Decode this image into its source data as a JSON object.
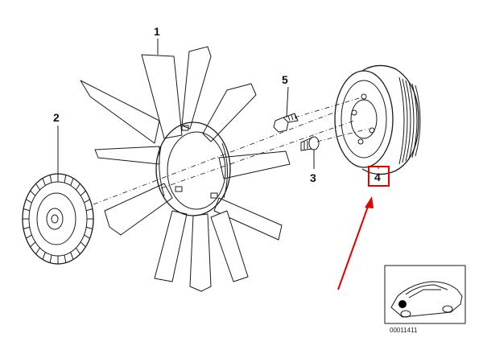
{
  "diagram": {
    "callouts": [
      {
        "id": "1",
        "label": "1"
      },
      {
        "id": "2",
        "label": "2"
      },
      {
        "id": "3",
        "label": "3"
      },
      {
        "id": "4",
        "label": "4"
      },
      {
        "id": "5",
        "label": "5"
      }
    ],
    "highlight": {
      "part": "4",
      "box_color": "#e00000",
      "arrow_color": "#e00000"
    },
    "thumbnail": {
      "reference_code": "00011411"
    }
  }
}
